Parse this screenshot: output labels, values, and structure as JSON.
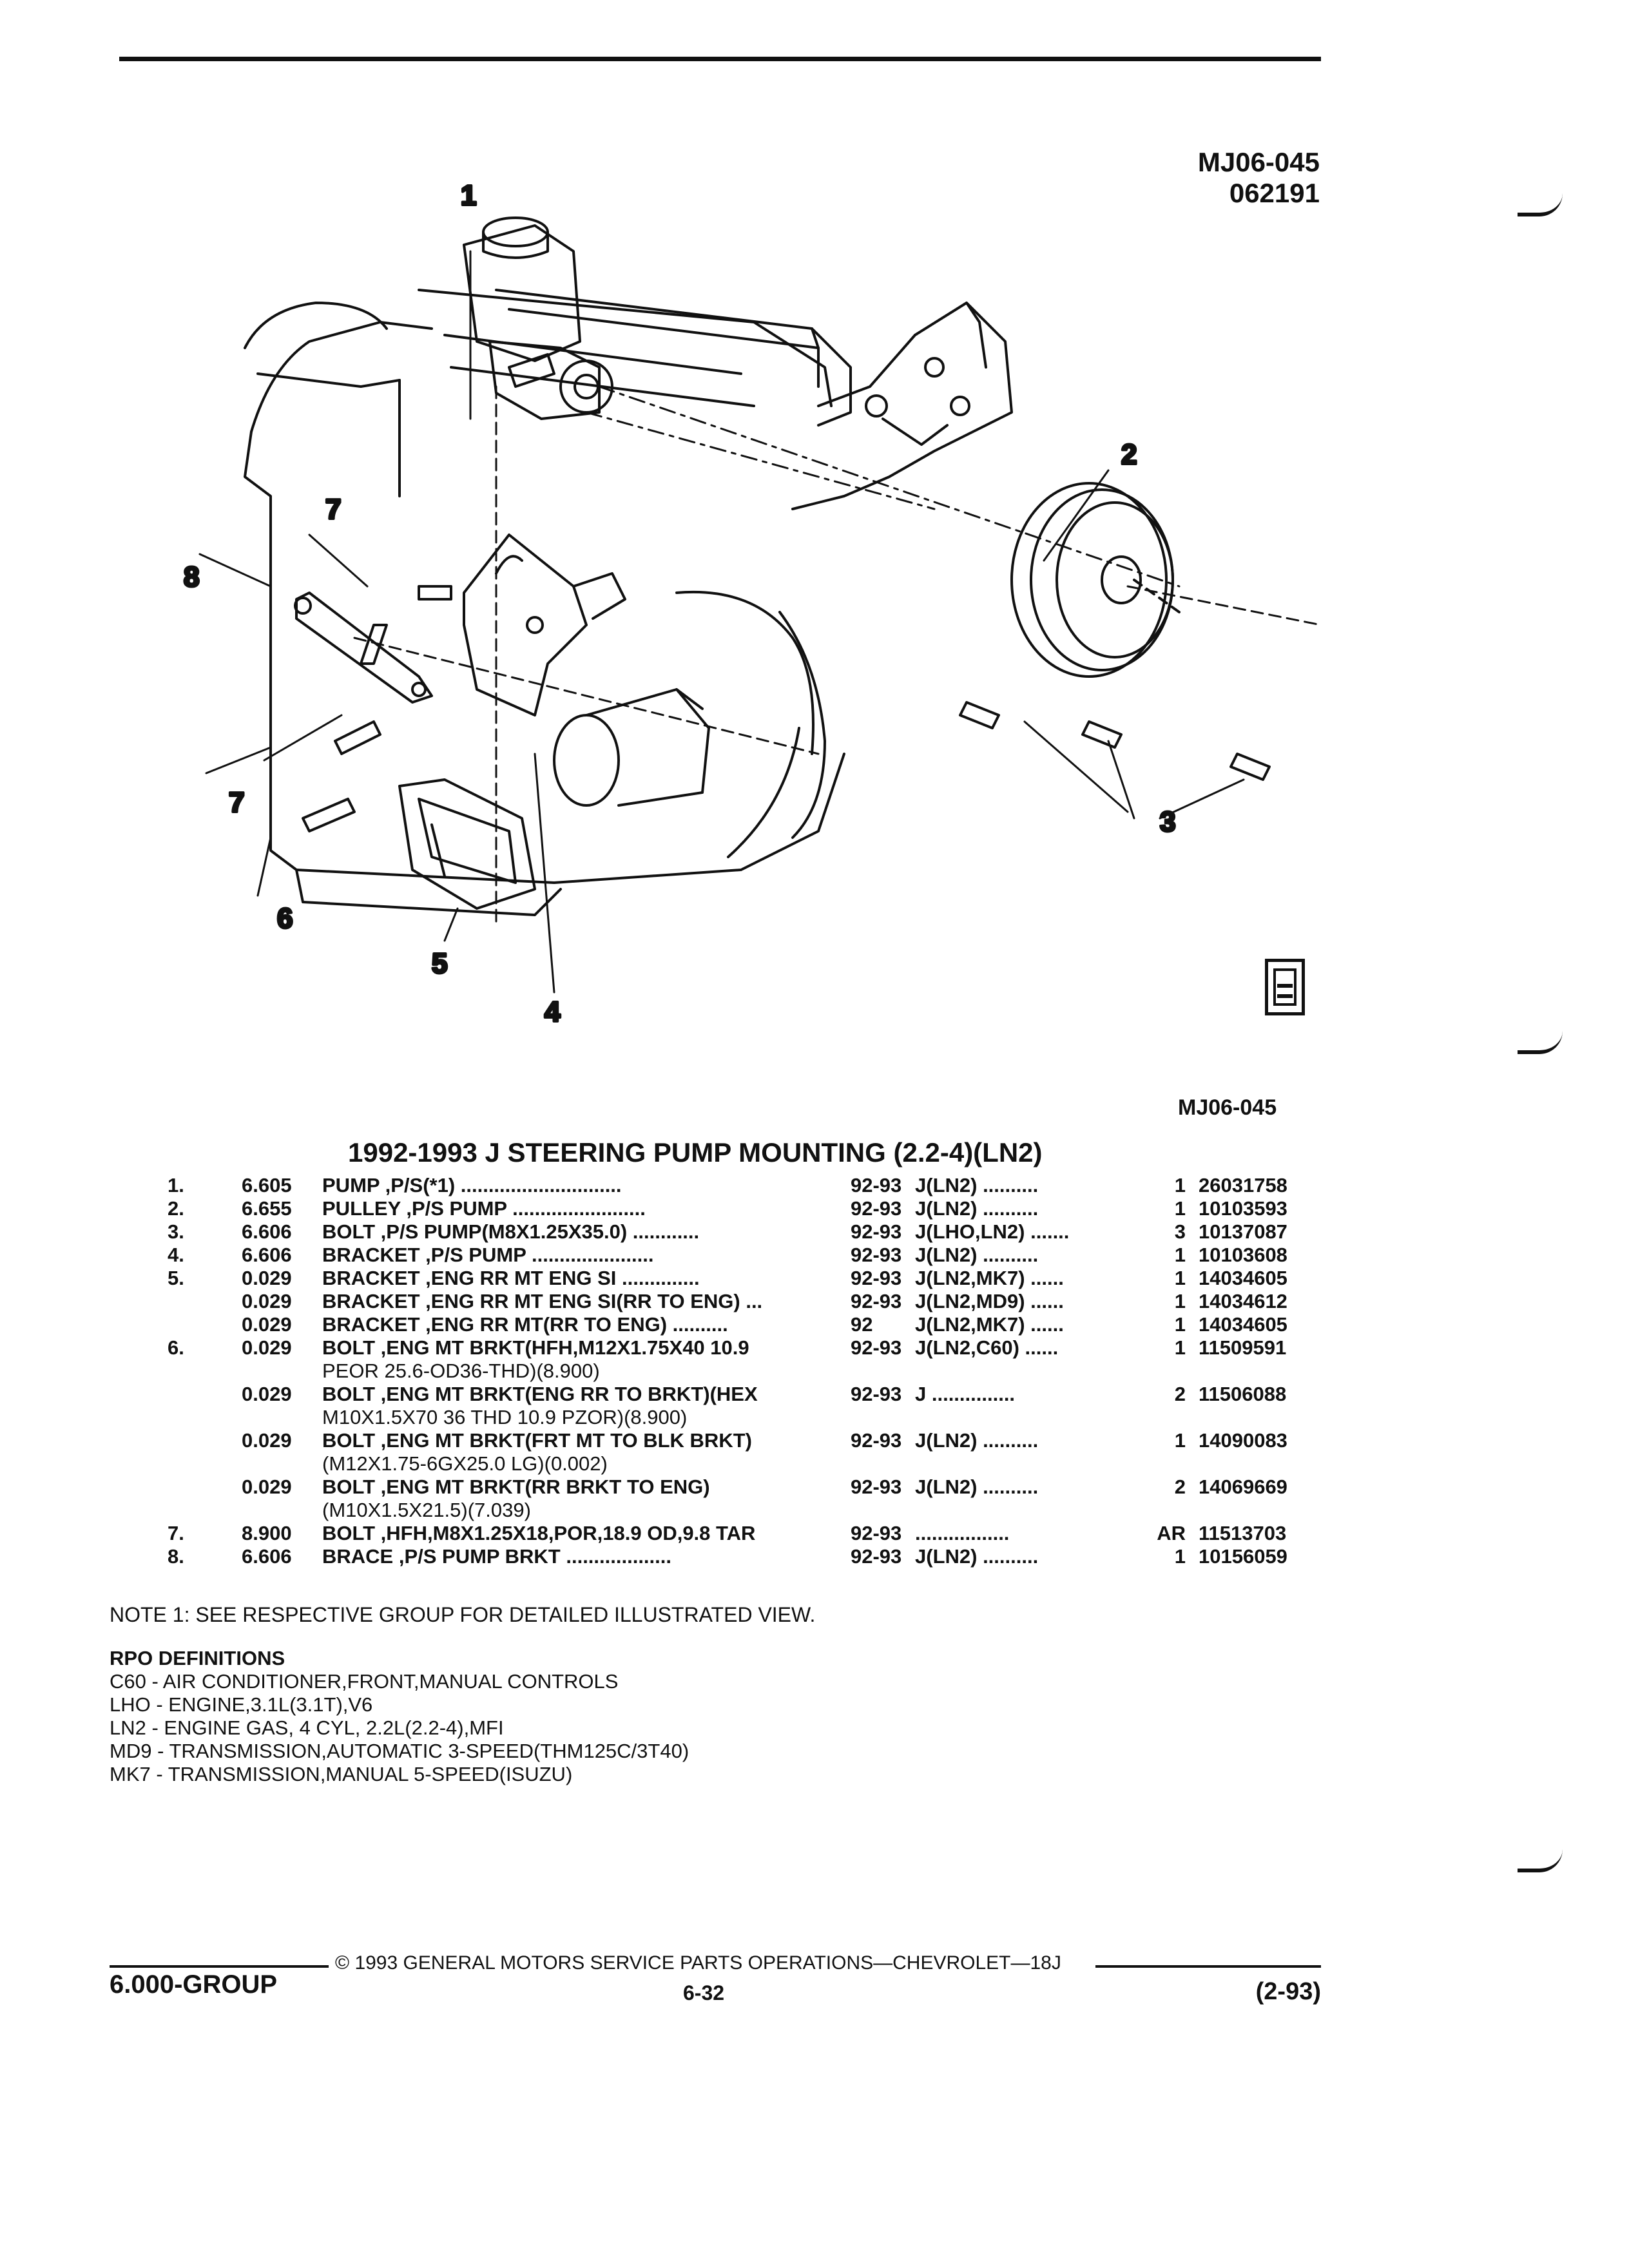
{
  "figure": {
    "code": "MJ06-045",
    "date_code": "062191",
    "callouts": [
      "1",
      "2",
      "3",
      "4",
      "5",
      "6",
      "7",
      "7",
      "8"
    ],
    "icon": "rpo-manual-icon"
  },
  "figure_caption_code": "MJ06-045",
  "title": "1992-1993 J STEERING PUMP MOUNTING (2.2-4)(LN2)",
  "parts": [
    {
      "idx": "1.",
      "grp": "6.605",
      "desc": "PUMP ,P/S(*1) .............................",
      "yr": "92-93",
      "mdl": "J(LN2) ..........",
      "qty": "1",
      "pn": "26031758"
    },
    {
      "idx": "2.",
      "grp": "6.655",
      "desc": "PULLEY ,P/S PUMP ........................",
      "yr": "92-93",
      "mdl": "J(LN2) ..........",
      "qty": "1",
      "pn": "10103593"
    },
    {
      "idx": "3.",
      "grp": "6.606",
      "desc": "BOLT ,P/S PUMP(M8X1.25X35.0) ............",
      "yr": "92-93",
      "mdl": "J(LHO,LN2) .......",
      "qty": "3",
      "pn": "10137087"
    },
    {
      "idx": "4.",
      "grp": "6.606",
      "desc": "BRACKET ,P/S PUMP ......................",
      "yr": "92-93",
      "mdl": "J(LN2) ..........",
      "qty": "1",
      "pn": "10103608"
    },
    {
      "idx": "5.",
      "grp": "0.029",
      "desc": "BRACKET ,ENG RR MT ENG SI ..............",
      "yr": "92-93",
      "mdl": "J(LN2,MK7) ......",
      "qty": "1",
      "pn": "14034605"
    },
    {
      "idx": "",
      "grp": "0.029",
      "desc": "BRACKET ,ENG RR MT ENG SI(RR TO ENG) ...",
      "yr": "92-93",
      "mdl": "J(LN2,MD9) ......",
      "qty": "1",
      "pn": "14034612"
    },
    {
      "idx": "",
      "grp": "0.029",
      "desc": "BRACKET ,ENG RR MT(RR TO ENG) ..........",
      "yr": "92",
      "mdl": "J(LN2,MK7) ......",
      "qty": "1",
      "pn": "14034605"
    },
    {
      "idx": "6.",
      "grp": "0.029",
      "desc": "BOLT ,ENG MT BRKT(HFH,M12X1.75X40 10.9",
      "yr": "92-93",
      "mdl": "J(LN2,C60) ......",
      "qty": "1",
      "pn": "11509591"
    },
    {
      "idx": "",
      "grp": "",
      "desc": "PEOR 25.6-OD36-THD)(8.900)",
      "yr": "",
      "mdl": "",
      "qty": "",
      "pn": "",
      "cont": true
    },
    {
      "idx": "",
      "grp": "0.029",
      "desc": "BOLT ,ENG MT BRKT(ENG RR TO BRKT)(HEX",
      "yr": "92-93",
      "mdl": "J ...............",
      "qty": "2",
      "pn": "11506088"
    },
    {
      "idx": "",
      "grp": "",
      "desc": "M10X1.5X70 36 THD 10.9 PZOR)(8.900)",
      "yr": "",
      "mdl": "",
      "qty": "",
      "pn": "",
      "cont": true
    },
    {
      "idx": "",
      "grp": "0.029",
      "desc": "BOLT ,ENG MT BRKT(FRT MT TO BLK BRKT)",
      "yr": "92-93",
      "mdl": "J(LN2) ..........",
      "qty": "1",
      "pn": "14090083"
    },
    {
      "idx": "",
      "grp": "",
      "desc": "(M12X1.75-6GX25.0 LG)(0.002)",
      "yr": "",
      "mdl": "",
      "qty": "",
      "pn": "",
      "cont": true
    },
    {
      "idx": "",
      "grp": "0.029",
      "desc": "BOLT ,ENG MT BRKT(RR BRKT TO ENG)",
      "yr": "92-93",
      "mdl": "J(LN2) ..........",
      "qty": "2",
      "pn": "14069669"
    },
    {
      "idx": "",
      "grp": "",
      "desc": "(M10X1.5X21.5)(7.039)",
      "yr": "",
      "mdl": "",
      "qty": "",
      "pn": "",
      "cont": true
    },
    {
      "idx": "7.",
      "grp": "8.900",
      "desc": "BOLT ,HFH,M8X1.25X18,POR,18.9 OD,9.8 TAR",
      "yr": "92-93",
      "mdl": ".................",
      "qty": "AR",
      "pn": "11513703"
    },
    {
      "idx": "8.",
      "grp": "6.606",
      "desc": "BRACE ,P/S PUMP BRKT ...................",
      "yr": "92-93",
      "mdl": "J(LN2) ..........",
      "qty": "1",
      "pn": "10156059"
    }
  ],
  "note": "NOTE 1: SEE RESPECTIVE GROUP FOR DETAILED ILLUSTRATED VIEW.",
  "rpo": {
    "heading": "RPO DEFINITIONS",
    "items": [
      "C60 - AIR CONDITIONER,FRONT,MANUAL CONTROLS",
      "LHO - ENGINE,3.1L(3.1T),V6",
      "LN2 - ENGINE GAS, 4 CYL, 2.2L(2.2-4),MFI",
      "MD9 - TRANSMISSION,AUTOMATIC 3-SPEED(THM125C/3T40)",
      "MK7 - TRANSMISSION,MANUAL 5-SPEED(ISUZU)"
    ]
  },
  "footer": {
    "copyright": "© 1993 GENERAL MOTORS SERVICE PARTS OPERATIONS—CHEVROLET—18J",
    "group": "6.000-GROUP",
    "page": "6-32",
    "revision": "(2-93)"
  }
}
